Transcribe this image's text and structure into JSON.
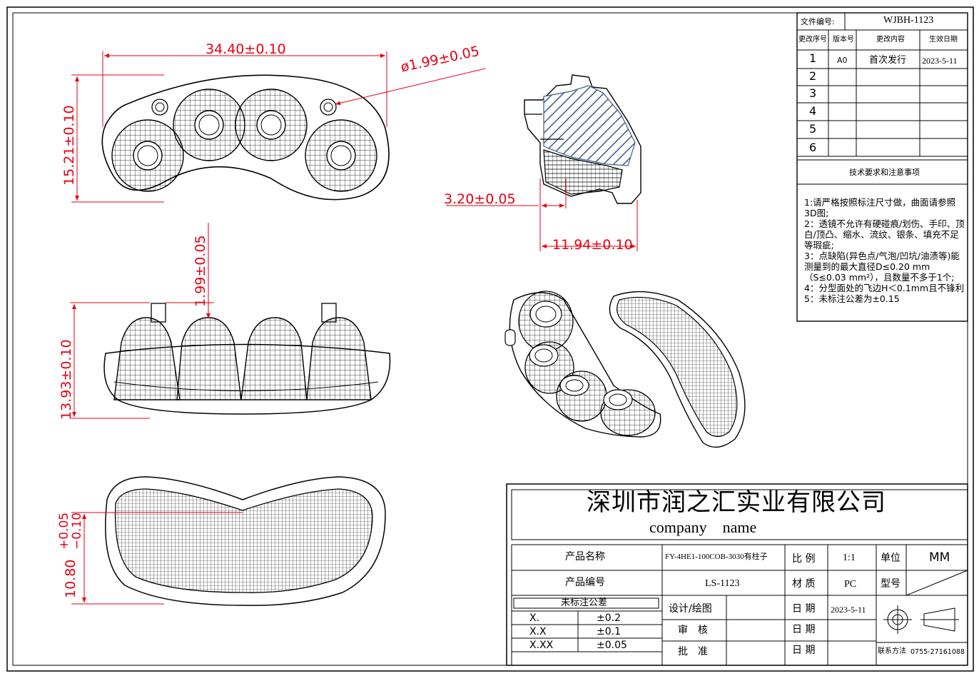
{
  "dimensions": {
    "top_width": "34.40±0.10",
    "hole_dia": "ø1.99±0.05",
    "top_height": "15.21±0.10",
    "pin_height": "1.99±0.05",
    "front_height": "13.93±0.10",
    "bottom_height_base": "10.80",
    "bottom_tol_plus": "+0.05",
    "bottom_tol_minus": "−0.10",
    "side_depth": "3.20±0.05",
    "side_width": "11.94±0.10"
  },
  "revision": {
    "file_no_label": "文件编号:",
    "file_no": "WJBH-1123",
    "headers": [
      "更改序号",
      "版本号",
      "更改内容",
      "生效日期"
    ],
    "rows": [
      {
        "no": "1",
        "ver": "A0",
        "content": "首次发行",
        "date": "2023-5-11"
      },
      {
        "no": "2",
        "ver": "",
        "content": "",
        "date": ""
      },
      {
        "no": "3",
        "ver": "",
        "content": "",
        "date": ""
      },
      {
        "no": "4",
        "ver": "",
        "content": "",
        "date": ""
      },
      {
        "no": "5",
        "ver": "",
        "content": "",
        "date": ""
      },
      {
        "no": "6",
        "ver": "",
        "content": "",
        "date": ""
      }
    ]
  },
  "notes": {
    "title": "技术要求和注意事项",
    "lines": [
      "1:请严格按照标注尺寸做，曲面请参照3D图;",
      "2：透镜不允许有硬碰痕/划伤、手印、顶白/顶凸、缩水、流纹、银条、填充不足等瑕疵;",
      "3：点缺陷(异色点/气泡/凹坑/油渍等)能测量到的最大直径D≤0.20 mm（S≤0.03 mm²），且数量不多于1个;",
      "4：分型面处的飞边H＜0.1mm且不锋利",
      "5：未标注公差为±0.15"
    ]
  },
  "title_block": {
    "company": "深圳市润之汇实业有限公司",
    "company_en": "company    name",
    "product_name_label": "产品名称",
    "product_name": "FY-4HE1-100COB-3030有柱子",
    "product_no_label": "产品编号",
    "product_no": "LS-1123",
    "ratio_label": "比 例",
    "ratio": "1:1",
    "unit_label": "单位",
    "unit": "MM",
    "material_label": "材 质",
    "material": "PC",
    "model_label": "型号",
    "design_label": "设计/绘图",
    "check_label": "审　核",
    "approve_label": "批　准",
    "date_label": "日 期",
    "date": "2023-5-11",
    "contact_label": "联系方法",
    "contact": "0755-27161088",
    "tol_title": "未标注公差",
    "tolerances": [
      {
        "fmt": "X.",
        "val": "±0.2"
      },
      {
        "fmt": "X.X",
        "val": "±0.1"
      },
      {
        "fmt": "X.XX",
        "val": "±0.05"
      }
    ]
  }
}
